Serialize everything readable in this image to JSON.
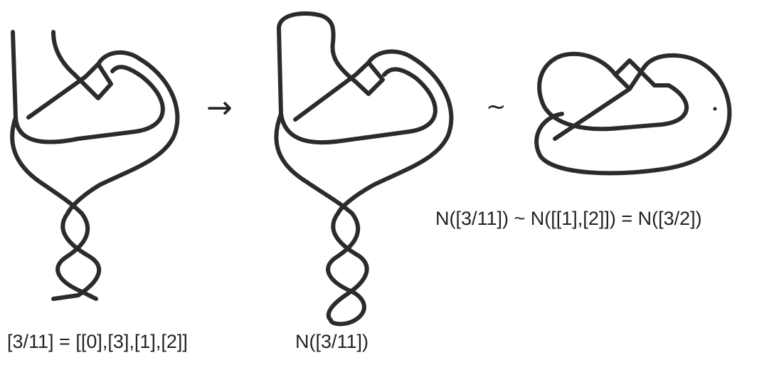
{
  "figure": {
    "panels": [
      {
        "caption": "[3/11] = [[0],[3],[1],[2]]"
      },
      {
        "caption": "N([3/11])"
      },
      {
        "caption": "N([3/11]) ~ N([[1],[2]]) = N([3/2])"
      }
    ],
    "arrow_symbol": "→",
    "equivalence_symbol": "~"
  }
}
